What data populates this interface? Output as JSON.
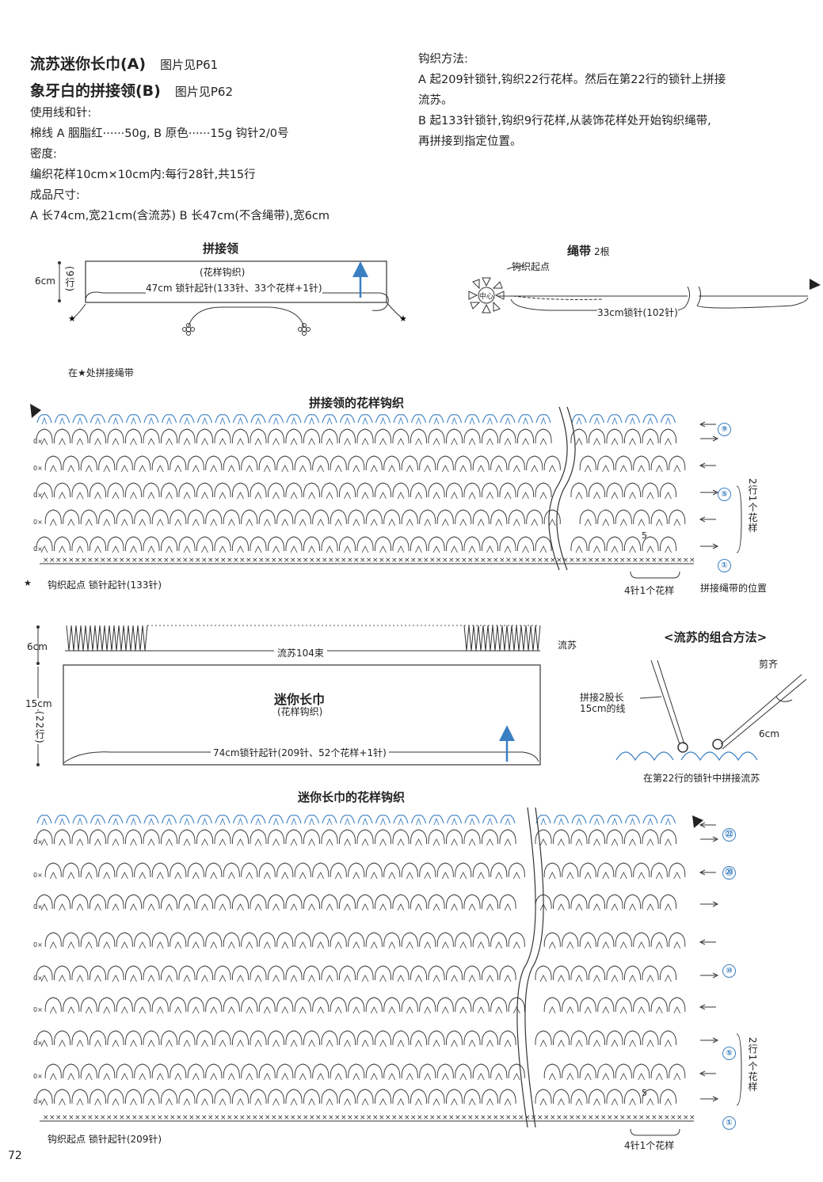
{
  "header": {
    "title_a": "流苏迷你长巾(A)",
    "title_a_ref": "图片见P61",
    "title_b": "象牙白的拼接领(B)",
    "title_b_ref": "图片见P62",
    "materials_heading": "使用线和针:",
    "materials": "棉线 A 胭脂红······50g, B 原色······15g 钩针2/0号",
    "gauge_heading": "密度:",
    "gauge": "编织花样10cm×10cm内:每行28针,共15行",
    "size_heading": "成品尺寸:",
    "size": "A 长74cm,宽21cm(含流苏) B 长47cm(不含绳带),宽6cm"
  },
  "method": {
    "heading": "钩织方法:",
    "line1": "A 起209针锁针,钩织22行花样。然后在第22行的锁针上拼接",
    "line2": "流苏。",
    "line3": "B 起133针锁针,钩织9行花样,从装饰花样处开始钩织绳带,",
    "line4": "再拼接到指定位置。"
  },
  "collar_schematic": {
    "title": "拼接领",
    "pattern_label": "(花样钩织)",
    "chain_label": "47cm 锁针起针(133针、33个花样+1针)",
    "height": "6cm",
    "rows": "(9行)",
    "star_note": "在★处拼接绳带"
  },
  "cord": {
    "title": "绳带",
    "count": "2根",
    "start_label": "钩织起点",
    "center_label": "中心",
    "chain_label": "33cm锁针(102针)"
  },
  "collar_chart": {
    "title": "拼接领的花样钩织",
    "row_labels": [
      "⑨",
      "⑤",
      "①"
    ],
    "repeat_label": "2行1个花样",
    "start_label": "钩织起点 锁针起针(133针)",
    "stitch_repeat": "4针1个花样",
    "cord_position": "拼接绳带的位置",
    "inner_number": "5"
  },
  "scarf_schematic": {
    "fringe_count": "流苏104束",
    "fringe_label": "流苏",
    "fringe_height": "6cm",
    "height": "15cm",
    "rows": "(22行)",
    "title": "迷你长巾",
    "pattern_label": "(花样钩织)",
    "chain_label": "74cm锁针起针(209针、52个花样+1针)"
  },
  "fringe_method": {
    "title": "<流苏的组合方法>",
    "trim": "剪齐",
    "join_label_1": "拼接2股长",
    "join_label_2": "15cm的线",
    "length": "6cm",
    "caption": "在第22行的锁针中拼接流苏"
  },
  "scarf_chart": {
    "title": "迷你长巾的花样钩织",
    "row_labels": [
      "㉒",
      "⑳",
      "⑩",
      "⑤",
      "①"
    ],
    "repeat_label": "2行1个花样",
    "start_label": "钩织起点 锁针起针(209针)",
    "stitch_repeat": "4针1个花样",
    "inner_number": "5"
  },
  "page_number": "72",
  "colors": {
    "accent_blue": "#3a7fc1",
    "line": "#333333"
  }
}
